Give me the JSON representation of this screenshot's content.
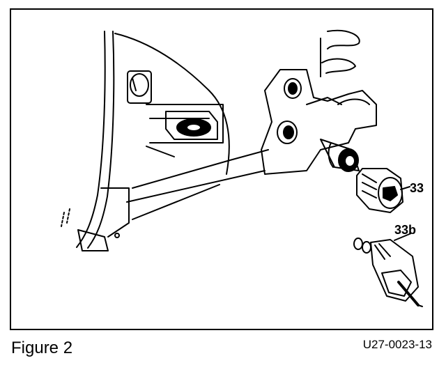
{
  "figure": {
    "caption": "Figure 2",
    "reference": "U27-0023-13"
  },
  "callouts": {
    "part_33": "33",
    "part_33b": "33b"
  }
}
